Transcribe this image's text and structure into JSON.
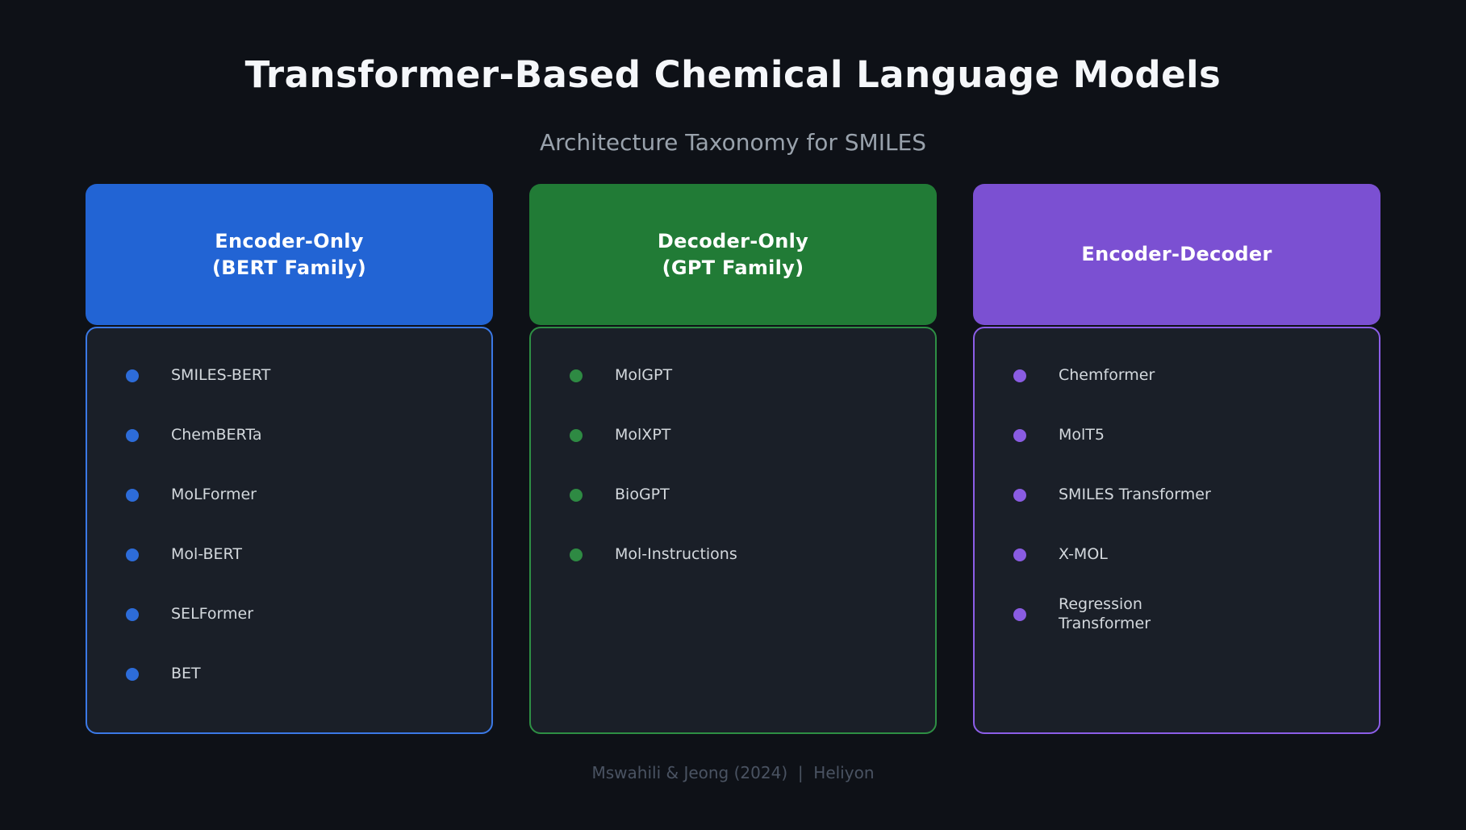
{
  "page": {
    "title": "Transformer-Based Chemical Language Models",
    "subtitle": "Architecture Taxonomy for SMILES",
    "footer": "Mswahili & Jeong (2024)  |  Heliyon"
  },
  "colors": {
    "background": "#0e1117",
    "panel_background": "#1a1f28",
    "encoder_only_blue": "#2264d4",
    "decoder_only_green": "#217b36",
    "encoder_decoder_purple": "#7b50d2",
    "title_text": "#f5f7fa",
    "subtitle_text": "#99a2ac",
    "item_text": "#d3d8dd",
    "footer_text": "#4a5362"
  },
  "columns": [
    {
      "id": "encoder-only",
      "title": "Encoder-Only\n(BERT Family)",
      "accent": "#2264d4",
      "border": "#3b79e6",
      "bullet": "#2d6cd9",
      "items": [
        "SMILES-BERT",
        "ChemBERTa",
        "MoLFormer",
        "Mol-BERT",
        "SELFormer",
        "BET"
      ]
    },
    {
      "id": "decoder-only",
      "title": "Decoder-Only\n(GPT Family)",
      "accent": "#217b36",
      "border": "#2e8f44",
      "bullet": "#2e8a43",
      "items": [
        "MolGPT",
        "MolXPT",
        "BioGPT",
        "Mol-Instructions"
      ]
    },
    {
      "id": "encoder-decoder",
      "title": "Encoder-Decoder",
      "accent": "#7b50d2",
      "border": "#8c5ee8",
      "bullet": "#8a5ce2",
      "items": [
        "Chemformer",
        "MolT5",
        "SMILES Transformer",
        "X-MOL",
        "Regression\nTransformer"
      ]
    }
  ]
}
